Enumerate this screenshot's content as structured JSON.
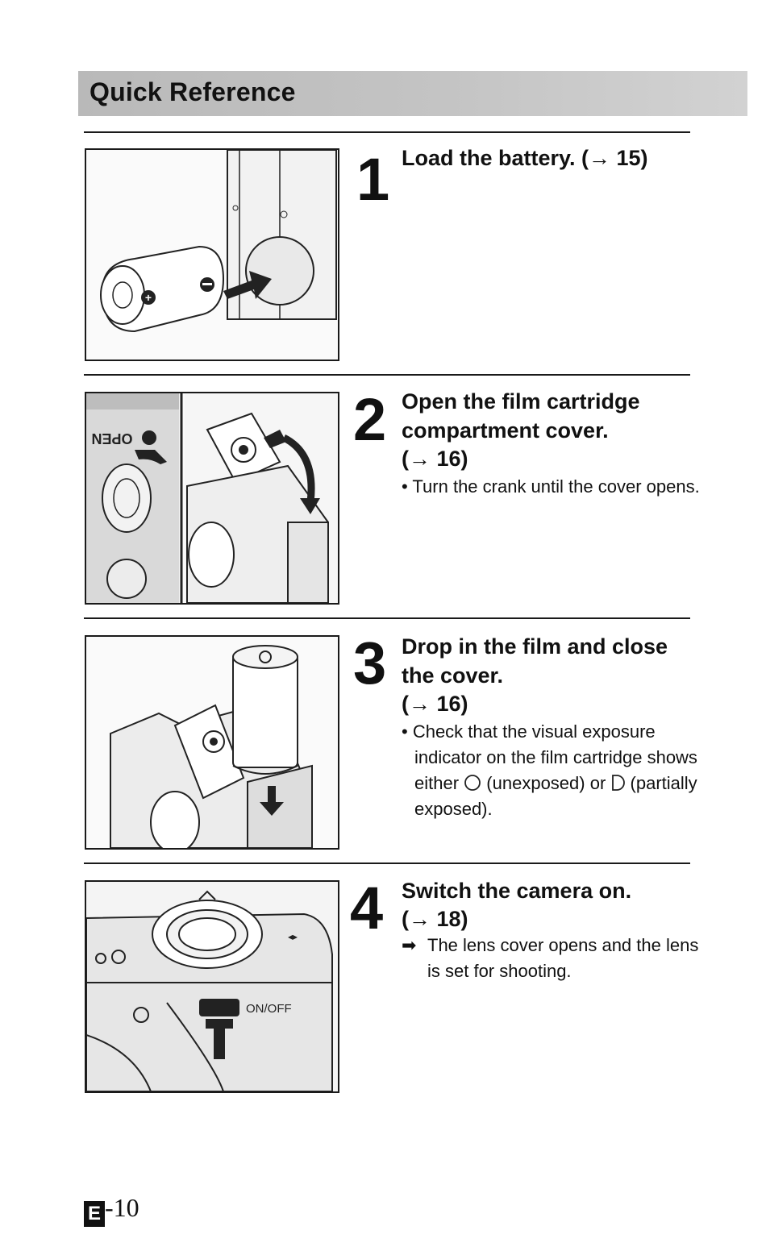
{
  "header": {
    "title": "Quick Reference"
  },
  "steps": [
    {
      "number": "1",
      "title": "Load the battery. (→ 15)"
    },
    {
      "number": "2",
      "title": "Open the film cartridge compartment cover.",
      "ref": "(→ 16)",
      "bullet": "Turn the crank until the cover opens.",
      "figure_label": "OPEN"
    },
    {
      "number": "3",
      "title": "Drop in the film and close the cover.",
      "ref": "(→ 16)",
      "bullet_pre": "Check that the visual exposure indicator on the film cartridge shows either",
      "bullet_mid": "(unexposed) or",
      "bullet_post": "(partially exposed)."
    },
    {
      "number": "4",
      "title": "Switch the camera on.",
      "ref": "(→ 18)",
      "result": "The lens cover opens and the lens is set for shooting.",
      "figure_label": "ON/OFF"
    }
  ],
  "footer": {
    "badge": "E",
    "page": "-10"
  }
}
